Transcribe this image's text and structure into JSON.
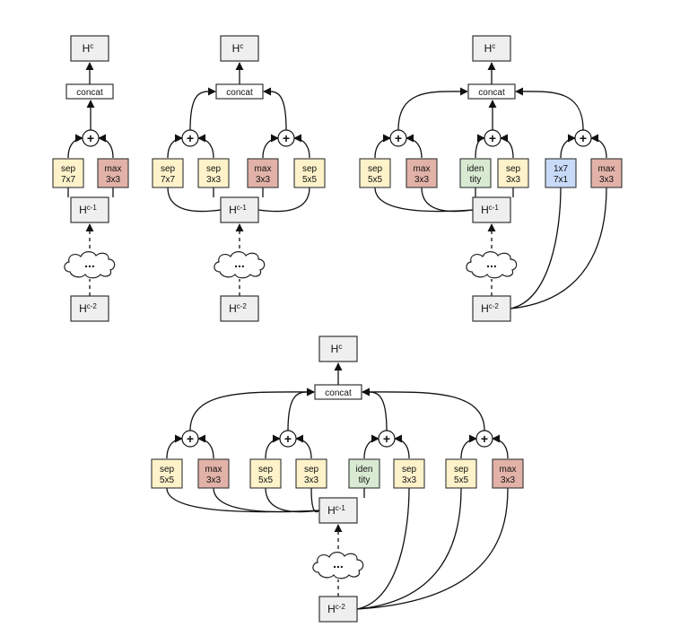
{
  "diagrams": [
    {
      "out_label": "H",
      "out_sup": "c",
      "concat_label": "concat",
      "prev_label": "H",
      "prev_sup": "c-1",
      "prev2_label": "H",
      "prev2_sup": "c-2",
      "ellipsis": "...",
      "plus_symbol": "+",
      "ops": [
        {
          "line1": "sep",
          "line2": "7x7",
          "kind": "sep"
        },
        {
          "line1": "max",
          "line2": "3x3",
          "kind": "max"
        }
      ]
    },
    {
      "out_label": "H",
      "out_sup": "c",
      "concat_label": "concat",
      "prev_label": "H",
      "prev_sup": "c-1",
      "prev2_label": "H",
      "prev2_sup": "c-2",
      "ellipsis": "...",
      "plus_symbol": "+",
      "ops": [
        {
          "line1": "sep",
          "line2": "7x7",
          "kind": "sep"
        },
        {
          "line1": "sep",
          "line2": "3x3",
          "kind": "sep"
        },
        {
          "line1": "max",
          "line2": "3x3",
          "kind": "max"
        },
        {
          "line1": "sep",
          "line2": "5x5",
          "kind": "sep"
        }
      ]
    },
    {
      "out_label": "H",
      "out_sup": "c",
      "concat_label": "concat",
      "prev_label": "H",
      "prev_sup": "c-1",
      "prev2_label": "H",
      "prev2_sup": "c-2",
      "ellipsis": "...",
      "plus_symbol": "+",
      "ops": [
        {
          "line1": "sep",
          "line2": "5x5",
          "kind": "sep"
        },
        {
          "line1": "max",
          "line2": "3x3",
          "kind": "max"
        },
        {
          "line1": "iden",
          "line2": "tity",
          "kind": "identity"
        },
        {
          "line1": "sep",
          "line2": "3x3",
          "kind": "sep"
        },
        {
          "line1": "1x7",
          "line2": "7x1",
          "kind": "conv"
        },
        {
          "line1": "max",
          "line2": "3x3",
          "kind": "max"
        }
      ]
    },
    {
      "out_label": "H",
      "out_sup": "c",
      "concat_label": "concat",
      "prev_label": "H",
      "prev_sup": "c-1",
      "prev2_label": "H",
      "prev2_sup": "c-2",
      "ellipsis": "...",
      "plus_symbol": "+",
      "ops": [
        {
          "line1": "sep",
          "line2": "5x5",
          "kind": "sep"
        },
        {
          "line1": "max",
          "line2": "3x3",
          "kind": "max"
        },
        {
          "line1": "sep",
          "line2": "5x5",
          "kind": "sep"
        },
        {
          "line1": "sep",
          "line2": "3x3",
          "kind": "sep"
        },
        {
          "line1": "iden",
          "line2": "tity",
          "kind": "identity"
        },
        {
          "line1": "sep",
          "line2": "3x3",
          "kind": "sep"
        },
        {
          "line1": "sep",
          "line2": "5x5",
          "kind": "sep"
        },
        {
          "line1": "max",
          "line2": "3x3",
          "kind": "max"
        }
      ]
    }
  ],
  "colors": {
    "sep": "#fdf2c9",
    "max": "#e2b2a8",
    "identity": "#d9ead3",
    "conv": "#c9daf8",
    "state_fill": "#efefef",
    "stroke": "#333333"
  }
}
